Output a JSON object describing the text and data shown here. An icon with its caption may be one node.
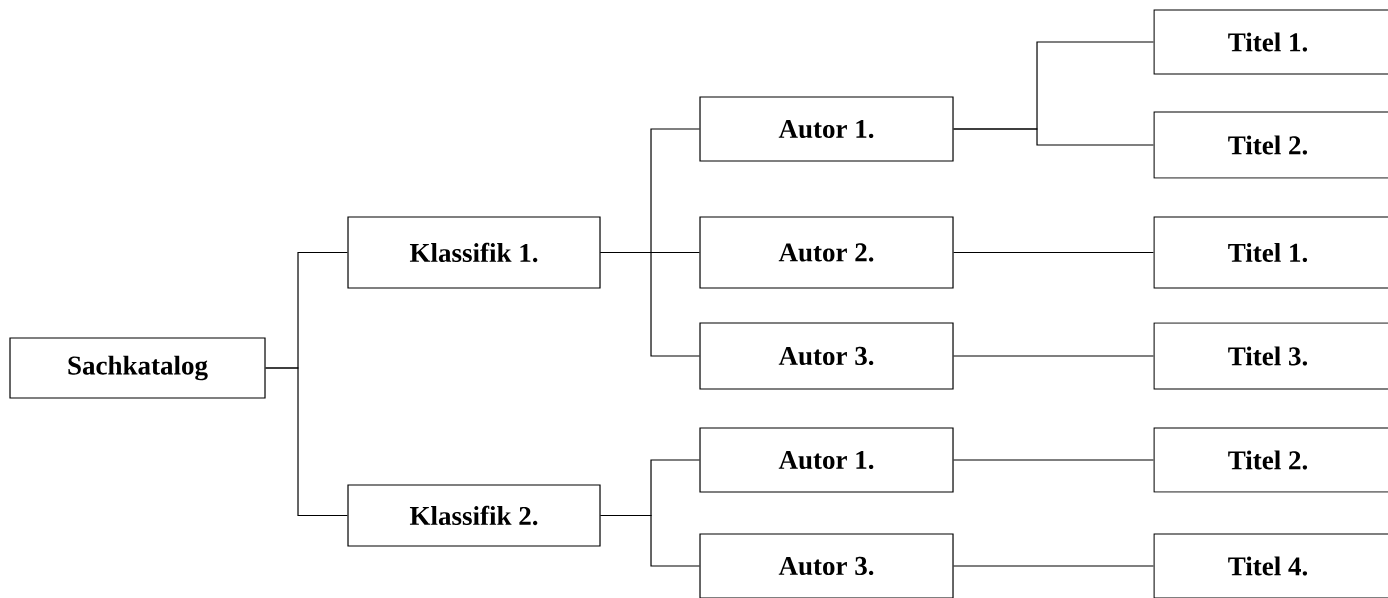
{
  "diagram": {
    "nodes": [
      {
        "text": [
          "Sachkatalog"
        ]
      },
      {
        "text": [
          "Klassifik 1."
        ]
      },
      {
        "text": [
          "Klassifik 2."
        ]
      },
      {
        "text": [
          "Autor 1."
        ]
      },
      {
        "text": [
          "Autor 2."
        ]
      },
      {
        "text": [
          "Autor 3."
        ]
      },
      {
        "text": [
          "Autor 1."
        ]
      },
      {
        "text": [
          "Autor 3."
        ]
      },
      {
        "text": [
          "Titel 1."
        ]
      },
      {
        "text": [
          "Titel 2."
        ]
      },
      {
        "text": [
          "Titel 1."
        ]
      },
      {
        "text": [
          "Titel 3."
        ]
      },
      {
        "text": [
          "Titel 2."
        ]
      },
      {
        "text": [
          "Titel 4."
        ]
      }
    ],
    "edges": [
      {
        "from": 0,
        "to": 1,
        "arrow": "none"
      },
      {
        "from": 0,
        "to": 2,
        "arrow": "none"
      },
      {
        "from": 1,
        "to": 3,
        "arrow": "none"
      },
      {
        "from": 1,
        "to": 4,
        "arrow": "none"
      },
      {
        "from": 1,
        "to": 5,
        "arrow": "none"
      },
      {
        "from": 2,
        "to": 6,
        "arrow": "none"
      },
      {
        "from": 2,
        "to": 7,
        "arrow": "none"
      },
      {
        "from": 3,
        "to": 8,
        "arrow": "none"
      },
      {
        "from": 3,
        "to": 9,
        "arrow": "none"
      },
      {
        "from": 4,
        "to": 10,
        "arrow": "none"
      },
      {
        "from": 5,
        "to": 11,
        "arrow": "none"
      },
      {
        "from": 6,
        "to": 12,
        "arrow": "none"
      },
      {
        "from": 7,
        "to": 13,
        "arrow": "none"
      }
    ]
  }
}
